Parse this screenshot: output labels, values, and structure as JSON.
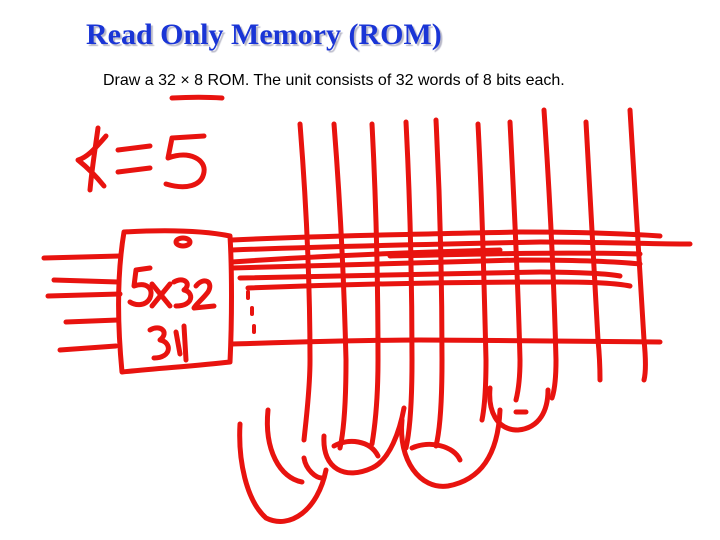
{
  "slide": {
    "title": "Read Only Memory (ROM)",
    "prompt": "Draw a 32 × 8 ROM. The unit consists of 32 words of 8 bits each."
  },
  "annotation": {
    "ink_color": "#e8130f",
    "title_color": "#1a35d6",
    "equation": "k=5",
    "decoder_label": "5x32",
    "output_index": "31"
  }
}
